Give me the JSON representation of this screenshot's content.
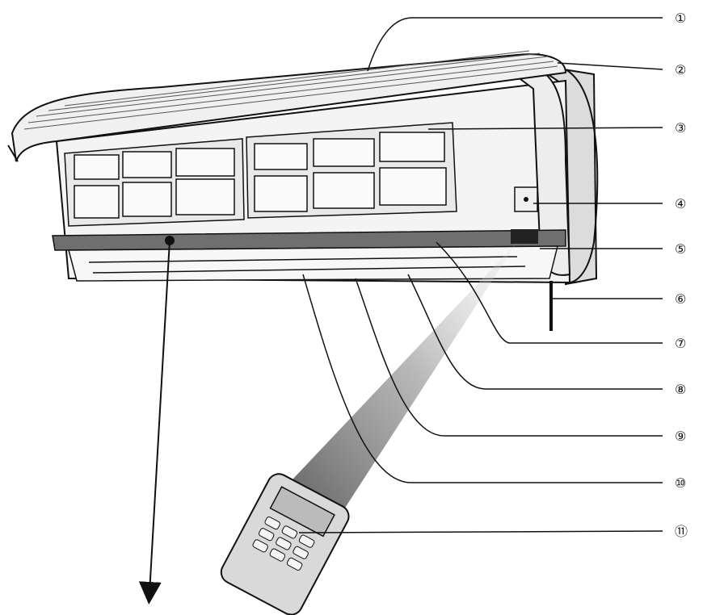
{
  "callouts": [
    {
      "id": 1,
      "label": "①"
    },
    {
      "id": 2,
      "label": "②"
    },
    {
      "id": 3,
      "label": "③"
    },
    {
      "id": 4,
      "label": "④"
    },
    {
      "id": 5,
      "label": "⑤"
    },
    {
      "id": 6,
      "label": "⑥"
    },
    {
      "id": 7,
      "label": "⑦"
    },
    {
      "id": 8,
      "label": "⑧"
    },
    {
      "id": 9,
      "label": "⑨"
    },
    {
      "id": 10,
      "label": "⑩"
    },
    {
      "id": 11,
      "label": "⑪"
    }
  ],
  "colors": {
    "line": "#111111",
    "body_fill": "#f2f2f2",
    "panel_fill": "#e6e6e6",
    "display_strip": "#6f6f6f",
    "receiver": "#222222"
  }
}
